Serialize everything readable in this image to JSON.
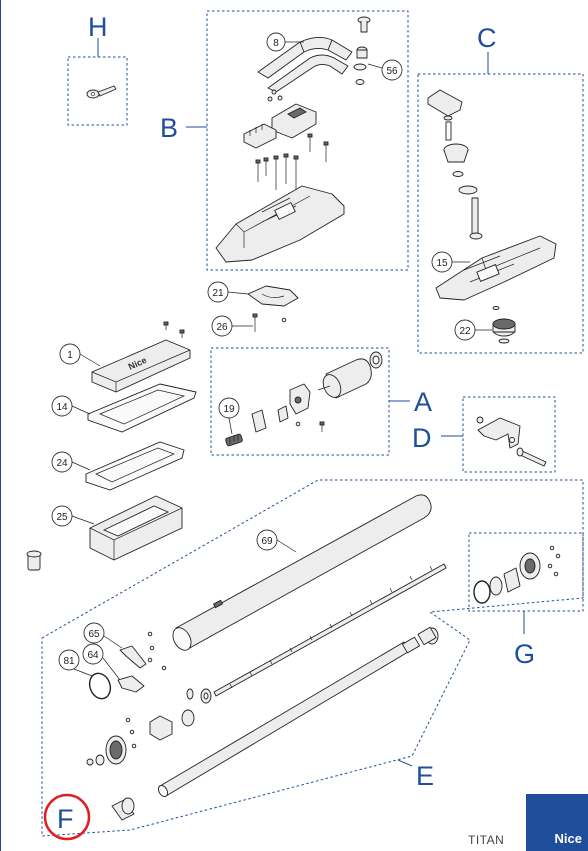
{
  "group_labels": {
    "a": "A",
    "b": "B",
    "c": "C",
    "d": "D",
    "e": "E",
    "f": "F",
    "g": "G",
    "h": "H"
  },
  "callouts": [
    "1",
    "8",
    "14",
    "15",
    "19",
    "21",
    "22",
    "24",
    "25",
    "26",
    "56",
    "64",
    "65",
    "69",
    "81"
  ],
  "footer": {
    "model": "TITAN",
    "logo": "Nice"
  },
  "colors": {
    "accent": "#1f4e9a",
    "highlight_ring": "#e02020"
  }
}
